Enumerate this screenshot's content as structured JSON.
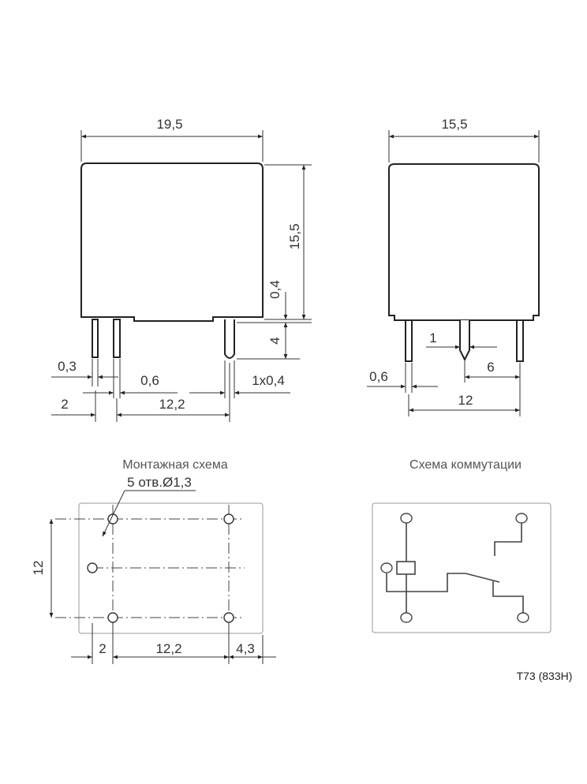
{
  "front_view": {
    "width": "19,5",
    "height": "15,5",
    "gap": "0,4",
    "pin_length": "4",
    "pin_thin": "0,3",
    "pin_thick": "0,6",
    "pin_flat": "1x0,4",
    "offset": "2",
    "pitch": "12,2"
  },
  "side_view": {
    "width": "15,5",
    "pin_1": "1",
    "pin_6": "6",
    "pin_thick": "0,6",
    "pitch": "12"
  },
  "mounting": {
    "title": "Монтажная схема",
    "holes": "5 отв.Ø1,3",
    "height": "12",
    "offset": "2",
    "pitch": "12,2",
    "edge": "4,3"
  },
  "wiring": {
    "title": "Схема коммутации"
  },
  "model": "T73 (833H)"
}
